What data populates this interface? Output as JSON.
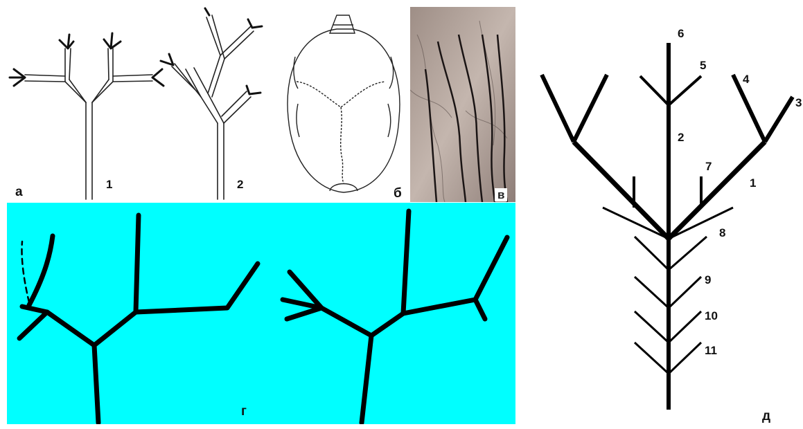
{
  "panels": {
    "a": {
      "letter": "а",
      "tree1_label": "1",
      "tree2_label": "2"
    },
    "b": {
      "letter": "б"
    },
    "v": {
      "letter": "в"
    },
    "g": {
      "letter": "г"
    },
    "d": {
      "letter": "д"
    }
  },
  "branch_numbers": [
    "1",
    "2",
    "3",
    "4",
    "5",
    "6",
    "7",
    "8",
    "9",
    "10",
    "11"
  ],
  "colors": {
    "panel_g_background": "#00ffff",
    "stroke": "#000000"
  }
}
